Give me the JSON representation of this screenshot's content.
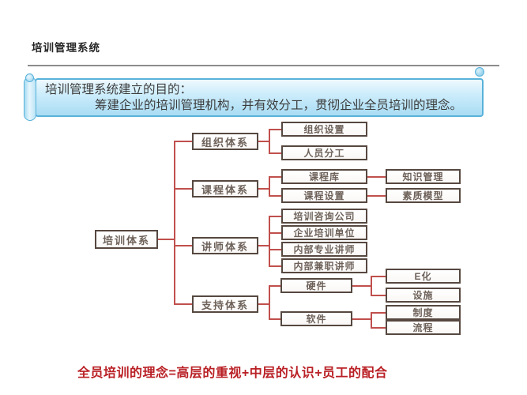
{
  "header": {
    "title": "培训管理系统"
  },
  "banner": {
    "line1": "培训管理系统建立的目的：",
    "line2": "筹建企业的培训管理机构，并有效分工，贯彻企业全员培训的理念。"
  },
  "tree": {
    "root": {
      "label": "培训体系"
    },
    "branches": [
      {
        "label": "组织体系",
        "children": [
          {
            "label": "组织设置"
          },
          {
            "label": "人员分工"
          }
        ]
      },
      {
        "label": "课程体系",
        "children": [
          {
            "label": "课程库",
            "children": [
              {
                "label": "知识管理"
              }
            ]
          },
          {
            "label": "课程设置",
            "children": [
              {
                "label": "素质模型"
              }
            ]
          }
        ]
      },
      {
        "label": "讲师体系",
        "children": [
          {
            "label": "培训咨询公司"
          },
          {
            "label": "企业培训单位"
          },
          {
            "label": "内部专业讲师"
          },
          {
            "label": "内部兼职讲师"
          }
        ]
      },
      {
        "label": "支持体系",
        "children": [
          {
            "label": "硬件",
            "children": [
              {
                "label": "E化"
              },
              {
                "label": "设施"
              }
            ]
          },
          {
            "label": "软件",
            "children": [
              {
                "label": "制度"
              },
              {
                "label": "流程"
              }
            ]
          }
        ]
      }
    ]
  },
  "footer": {
    "text": "全员培训的理念=高层的重视+中层的认识+员工的配合"
  },
  "colors": {
    "connector": "#c0504d",
    "box_border": "#564840",
    "box_text": "#6d6159",
    "banner_border": "#58b2da",
    "footer_text": "#b92025"
  }
}
